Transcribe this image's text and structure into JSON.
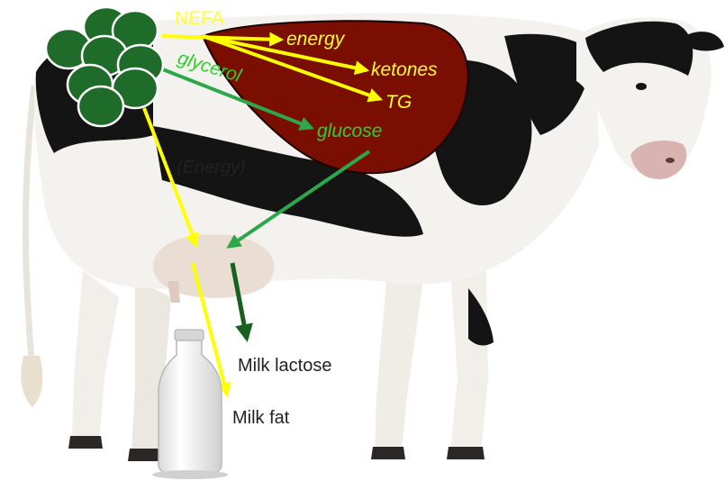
{
  "diagram": {
    "labels": {
      "nefa": "NEFA",
      "energy": "energy",
      "ketones": "ketones",
      "tg": "TG",
      "glycerol": "glycerol",
      "glucose": "glucose",
      "energy_paren": "(Energy)",
      "milk_lactose": "Milk lactose",
      "milk_fat": "Milk fat"
    },
    "colors": {
      "adipose_cells": "#1e6b2a",
      "liver": "#7a0e00",
      "fatty_acid_arrows": "#ffff00",
      "glucose_arrows": "#2ca84a",
      "lactose_arrow": "#17601f",
      "cow_black": "#141414",
      "cow_white": "#f4f2ee"
    },
    "icons": [
      "cow-illustration",
      "adipose-cell-cluster",
      "liver-shape",
      "milk-bottle"
    ]
  }
}
